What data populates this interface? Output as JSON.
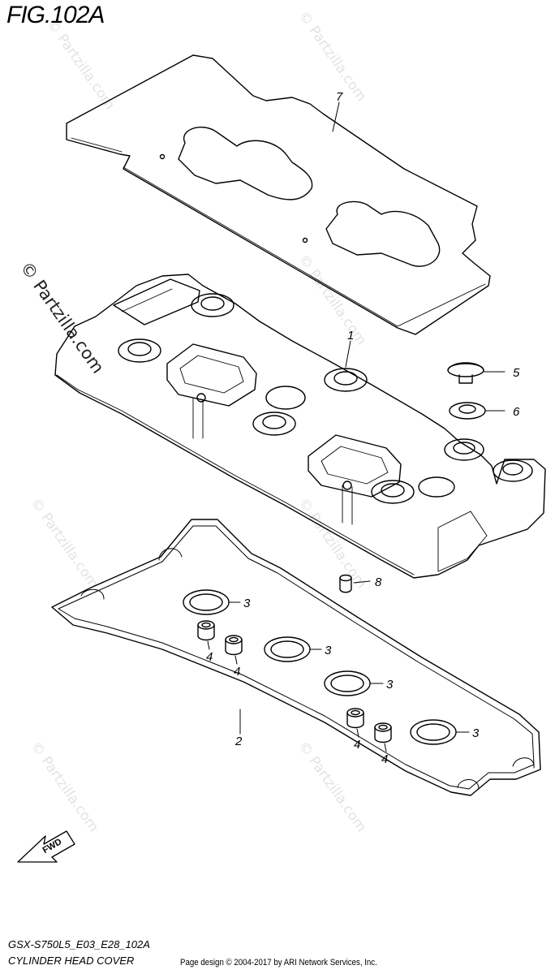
{
  "figure": {
    "title": "FIG.102A",
    "model_code": "GSX-S750L5_E03_E28_102A",
    "section_name": "CYLINDER HEAD COVER",
    "copyright": "Page design © 2004-2017 by ARI Network Services, Inc.",
    "fwd_label": "FWD"
  },
  "watermark": {
    "text": "© Partzilla.com"
  },
  "callouts": [
    {
      "id": "7",
      "part": "gasket-plate"
    },
    {
      "id": "1",
      "part": "cylinder-head-cover"
    },
    {
      "id": "5",
      "part": "bolt"
    },
    {
      "id": "6",
      "part": "washer-grommet"
    },
    {
      "id": "8",
      "part": "dowel-pin"
    },
    {
      "id": "3",
      "part": "plug-hole-gasket"
    },
    {
      "id": "3",
      "part": "plug-hole-gasket"
    },
    {
      "id": "3",
      "part": "plug-hole-gasket"
    },
    {
      "id": "3",
      "part": "plug-hole-gasket"
    },
    {
      "id": "4",
      "part": "bolt-seal"
    },
    {
      "id": "4",
      "part": "bolt-seal"
    },
    {
      "id": "4",
      "part": "bolt-seal"
    },
    {
      "id": "4",
      "part": "bolt-seal"
    },
    {
      "id": "2",
      "part": "cover-gasket"
    }
  ]
}
